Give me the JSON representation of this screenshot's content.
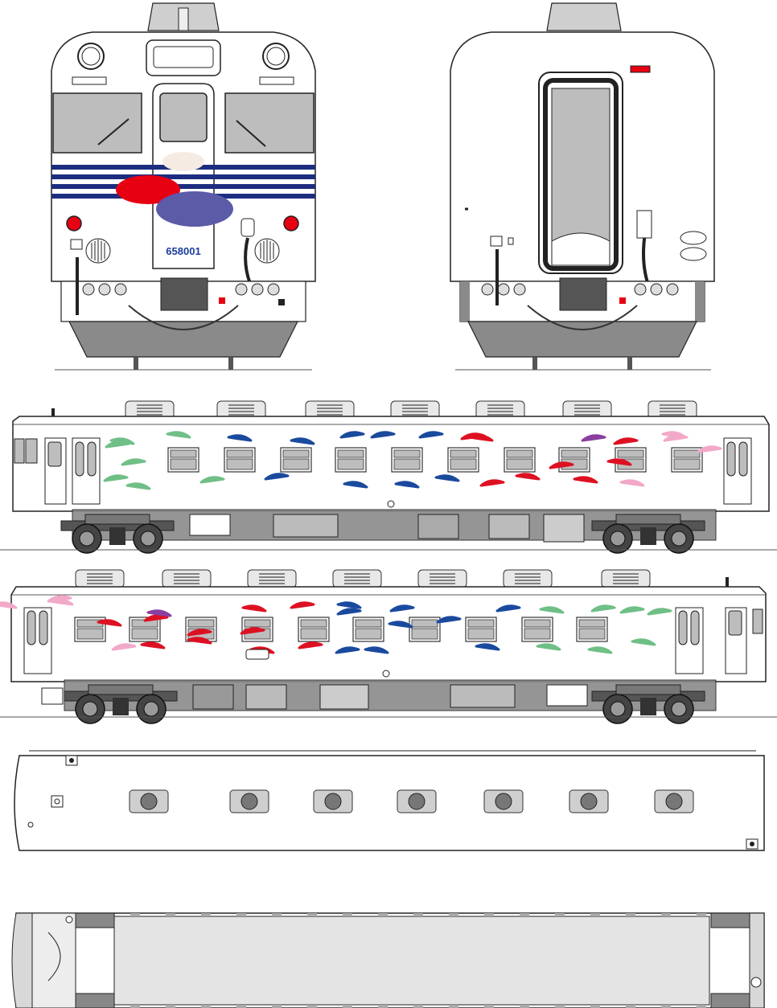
{
  "car_number": "658001",
  "colors": {
    "body": "#ffffff",
    "outline": "#1a1a1a",
    "underframe": "#8a8a8a",
    "underframe_dark": "#555555",
    "window_glass": "#b4b4b4",
    "stripe_blue": "#1c2d80",
    "ellipse_red": "#e60012",
    "ellipse_purple": "#5b5ba8",
    "ellipse_cream": "#f5ebe2",
    "lamp_red": "#e60012",
    "number_blue": "#1c3d9c",
    "wave_green": "#6fbf86",
    "wave_blue": "#1a4a9e",
    "wave_red": "#dd1122",
    "wave_pink": "#f2a9c9",
    "wave_purple": "#8a3fa0",
    "roof_gray": "#d8d8d8",
    "floor_gray": "#e4e4e4"
  },
  "views": [
    {
      "id": "front-end"
    },
    {
      "id": "rear-end"
    },
    {
      "id": "side-left"
    },
    {
      "id": "side-right"
    },
    {
      "id": "roof-plan"
    },
    {
      "id": "floor-plan"
    }
  ]
}
